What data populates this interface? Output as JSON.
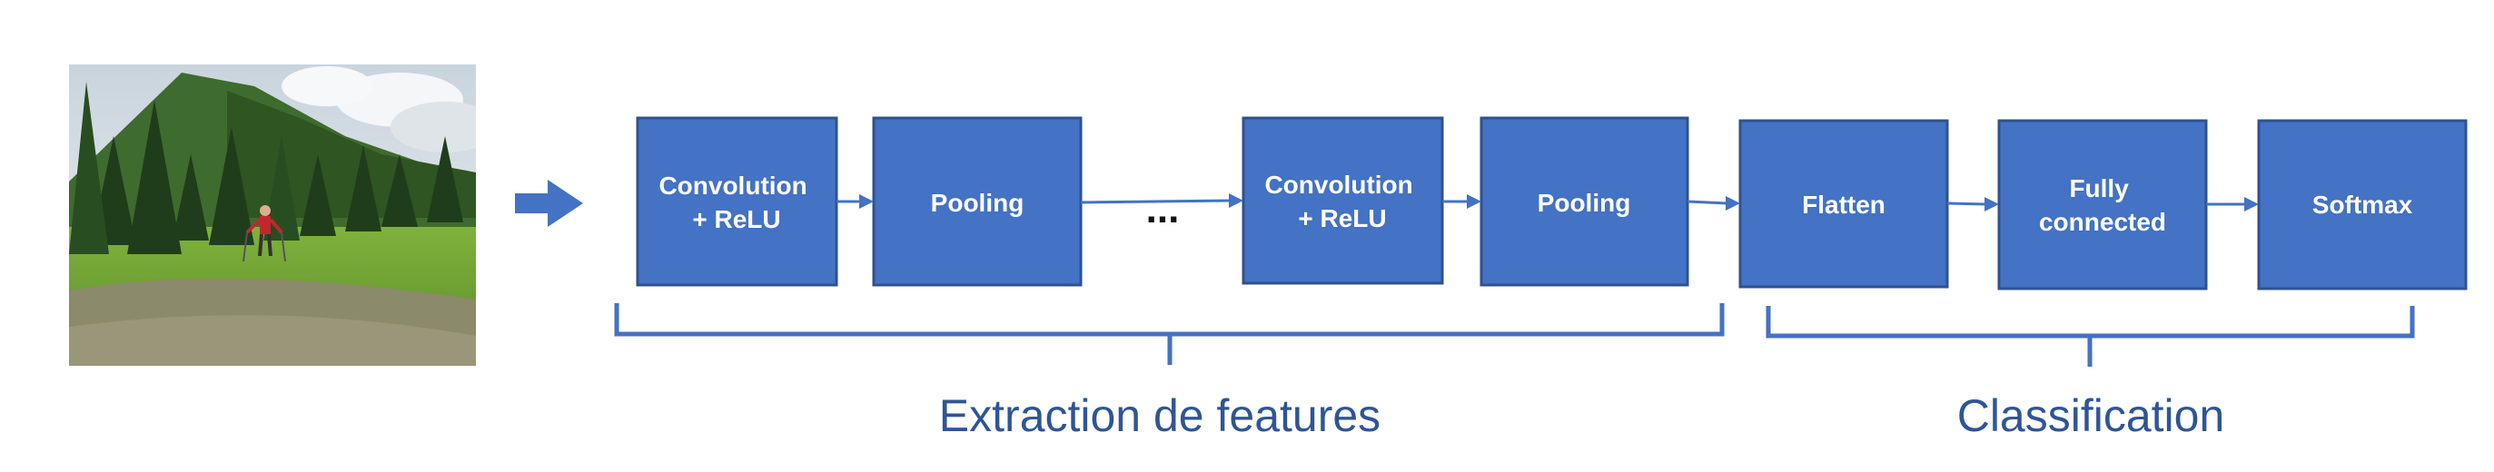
{
  "input_image": {
    "description_icon": "landscape-photo-icon"
  },
  "blocks": [
    {
      "label_lines": [
        "Convolution",
        "+ ReLU"
      ]
    },
    {
      "label_lines": [
        "Pooling"
      ]
    },
    {
      "label_lines": [
        "Convolution",
        "+ ReLU"
      ]
    },
    {
      "label_lines": [
        "Pooling"
      ]
    },
    {
      "label_lines": [
        "Flatten"
      ]
    },
    {
      "label_lines": [
        "Fully",
        "connected"
      ]
    },
    {
      "label_lines": [
        "Softmax"
      ]
    }
  ],
  "ellipsis": "...",
  "groups": {
    "extraction": "Extraction de features",
    "classification": "Classification"
  },
  "colors": {
    "block_fill": "#4472c4",
    "block_border": "#2f528f",
    "label_text": "#2f5597"
  }
}
